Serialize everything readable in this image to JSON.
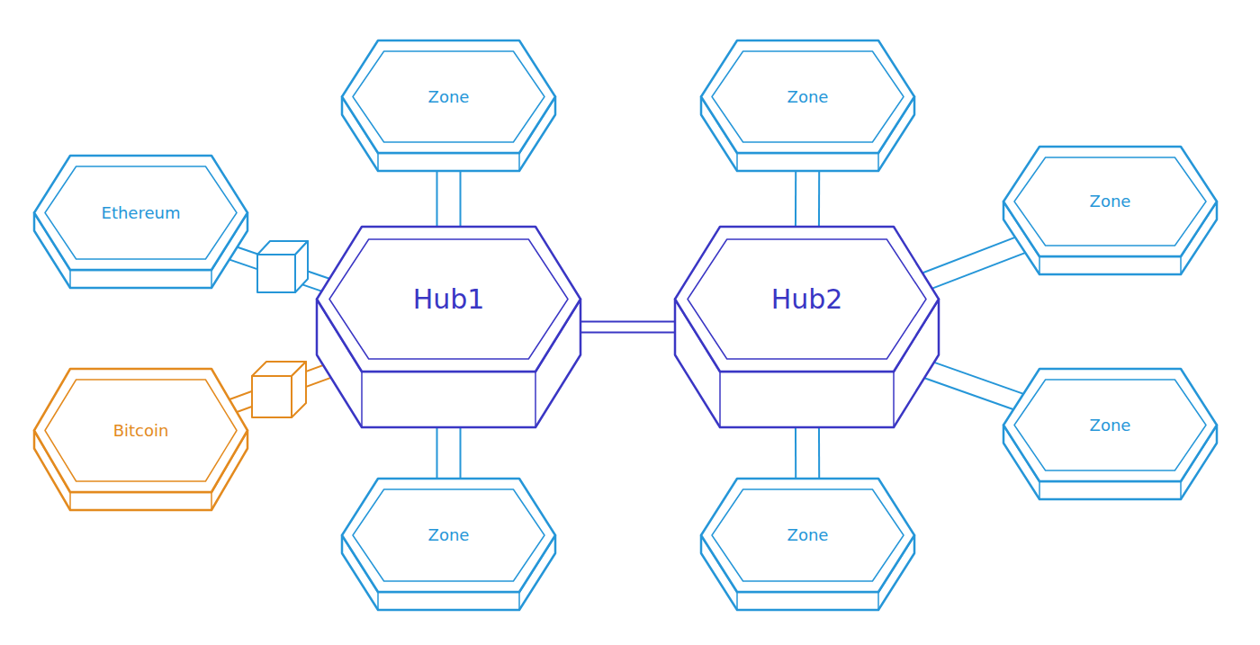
{
  "diagram": {
    "nodes": [
      {
        "text": [
          "Zone"
        ]
      },
      {
        "text": [
          "Zone"
        ]
      },
      {
        "text": [
          "Ethereum"
        ]
      },
      {
        "text": [
          "Zone"
        ]
      },
      {
        "text": [
          "Hub1"
        ]
      },
      {
        "text": [
          "Hub2"
        ]
      },
      {
        "text": [
          "Bitcoin"
        ]
      },
      {
        "text": [
          "Zone"
        ]
      },
      {
        "text": [
          "Zone"
        ]
      },
      {
        "text": [
          "Zone"
        ]
      }
    ],
    "edges": [
      {
        "from": 0,
        "to": 4,
        "arrow": "none"
      },
      {
        "from": 2,
        "to": 4,
        "arrow": "none"
      },
      {
        "from": 6,
        "to": 4,
        "arrow": "none"
      },
      {
        "from": 8,
        "to": 4,
        "arrow": "none"
      },
      {
        "from": 4,
        "to": 5,
        "arrow": "none"
      },
      {
        "from": 1,
        "to": 5,
        "arrow": "none"
      },
      {
        "from": 3,
        "to": 5,
        "arrow": "none"
      },
      {
        "from": 7,
        "to": 5,
        "arrow": "none"
      },
      {
        "from": 9,
        "to": 5,
        "arrow": "none"
      }
    ]
  }
}
